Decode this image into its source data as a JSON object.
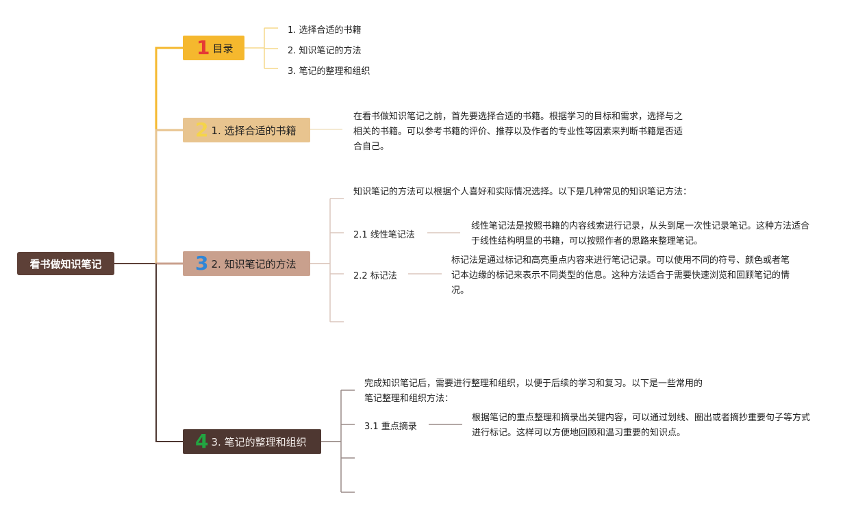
{
  "root": {
    "label": "看书做知识笔记"
  },
  "branches": [
    {
      "number": "1",
      "label": "目录",
      "number_color": "#e53935",
      "bg": "#f5b82e"
    },
    {
      "number": "2",
      "label": "1. 选择合适的书籍",
      "number_color": "#f5d44a",
      "bg": "#e8c48f"
    },
    {
      "number": "3",
      "label": "2. 知识笔记的方法",
      "number_color": "#2f86d6",
      "bg": "#c9a08d"
    },
    {
      "number": "4",
      "label": "3. 笔记的整理和组织",
      "number_color": "#22a541",
      "bg": "#4e3731"
    }
  ],
  "toc_items": [
    "1. 选择合适的书籍",
    "2. 知识笔记的方法",
    "3. 笔记的整理和组织"
  ],
  "section1": {
    "text": "在看书做知识笔记之前，首先要选择合适的书籍。根据学习的目标和需求，选择与之相关的书籍。可以参考书籍的评价、推荐以及作者的专业性等因素来判断书籍是否适合自己。"
  },
  "section2": {
    "intro": "知识笔记的方法可以根据个人喜好和实际情况选择。以下是几种常见的知识笔记方法：",
    "subs": [
      {
        "label": "2.1 线性笔记法",
        "text": "线性笔记法是按照书籍的内容线索进行记录，从头到尾一次性记录笔记。这种方法适合于线性结构明显的书籍，可以按照作者的思路来整理笔记。"
      },
      {
        "label": "2.2 标记法",
        "text": "标记法是通过标记和高亮重点内容来进行笔记记录。可以使用不同的符号、颜色或者笔记本边缘的标记来表示不同类型的信息。这种方法适合于需要快速浏览和回顾笔记的情况。"
      }
    ]
  },
  "section3": {
    "intro": "完成知识笔记后，需要进行整理和组织，以便于后续的学习和复习。以下是一些常用的笔记整理和组织方法：",
    "subs": [
      {
        "label": "3.1 重点摘录",
        "text": "根据笔记的重点整理和摘录出关键内容，可以通过划线、圈出或者摘抄重要句子等方式进行标记。这样可以方便地回顾和温习重要的知识点。"
      }
    ]
  }
}
